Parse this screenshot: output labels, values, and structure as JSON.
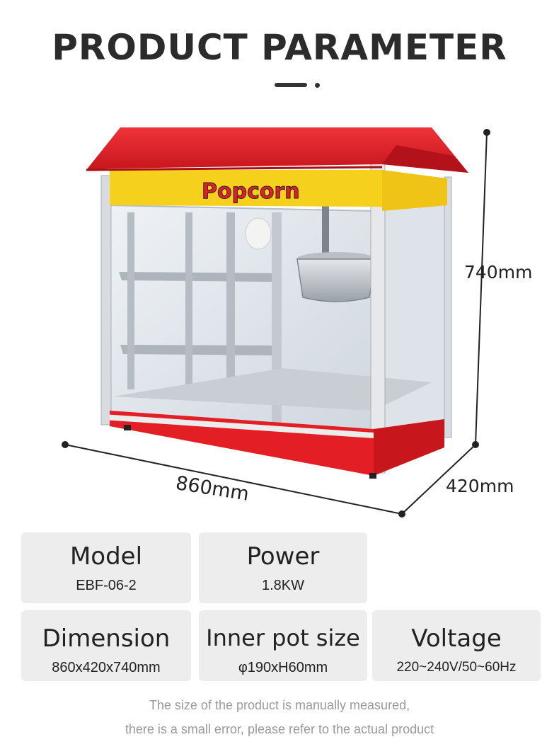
{
  "header": {
    "title": "PRODUCT PARAMETER"
  },
  "dimensions": {
    "height": "740mm",
    "width": "860mm",
    "depth": "420mm"
  },
  "signage": {
    "text": "Popcorn"
  },
  "specs": [
    {
      "label": "Model",
      "value": "EBF-06-2"
    },
    {
      "label": "Power",
      "value": "1.8KW"
    },
    {
      "label": "Dimension",
      "value": "860x420x740mm"
    },
    {
      "label": "Inner pot size",
      "value": "φ190xH60mm"
    },
    {
      "label": "Voltage",
      "value": "220~240V/50~60Hz"
    }
  ],
  "notes": {
    "line1": "The size of the product is manually measured,",
    "line2": "there is a small error, please refer to the actual product"
  },
  "colors": {
    "roof_red": "#e31e24",
    "card_bg": "#ededed",
    "text_dark": "#222222",
    "note_gray": "#9a9a9a",
    "frame_silver": "#d8dbe0"
  }
}
